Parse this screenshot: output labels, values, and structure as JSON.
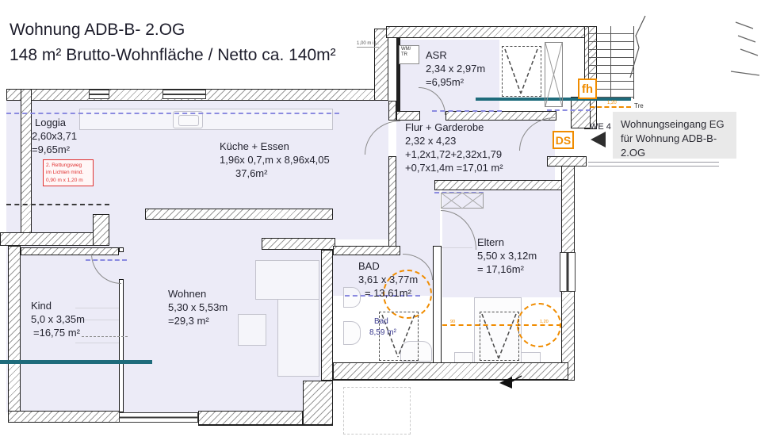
{
  "title": {
    "line1": "Wohnung ADB-B- 2.OG",
    "line2": "148 m² Brutto-Wohnfläche / Netto ca. 140m²"
  },
  "rooms": {
    "loggia": {
      "name": "Loggia",
      "l1": "2,60x3,71",
      "l2": "=9,65m²"
    },
    "kueche": {
      "name": "Küche + Essen",
      "l1": "1,96x 0,7,m x 8,96x4,05",
      "l2": "37,6m²"
    },
    "asr": {
      "name": "ASR",
      "l1": "2,34 x 2,97m",
      "l2": "=6,95m²"
    },
    "flur": {
      "name": "Flur + Garderobe",
      "l1": "2,32 x 4,23",
      "l2": "+1,2x1,72+2,32x1,79",
      "l3": "+0,7x1,4m =17,01 m²"
    },
    "eltern": {
      "name": "Eltern",
      "l1": "5,50 x 3,12m",
      "l2": "= 17,16m²"
    },
    "bad": {
      "name": "BAD",
      "l1": "3,61 x 3,77m",
      "l2": "= 13,61m²"
    },
    "bad_unten": {
      "name": "Bad",
      "l1": "8,59 m²"
    },
    "wohnen": {
      "name": "Wohnen",
      "l1": "5,30 x 5,53m",
      "l2": "=29,3 m²"
    },
    "kind": {
      "name": "Kind",
      "l1": "5,0 x 3,35m",
      "l2": "=16,75 m²"
    }
  },
  "annotations": {
    "rescue_l1": "2. Rettungsweg",
    "rescue_l2": "im Lichten mind.",
    "rescue_l3": "0,90 m x 1,20 m",
    "entrance_l1": "Wohnungseingang EG",
    "entrance_l2": "für Wohnung ADB-B-",
    "entrance_l3": "2.OG",
    "we4": "WE 4",
    "fh": "fh",
    "ds": "DS",
    "wm": "WM/",
    "tr": "TR",
    "tre": "Tre",
    "dim_il": "1,00 m i.L.",
    "dim_stair": "1,20",
    "dim_bed_left": "90",
    "dim_bed_right": "1,20"
  },
  "colors": {
    "room_fill": "#ECEBF7",
    "accent_teal": "#1E6B7B",
    "accent_orange": "#F08C00",
    "accent_lilac": "#8B8BE0",
    "alert_red": "#E03131",
    "info_box_gray": "#E9E9E9"
  }
}
